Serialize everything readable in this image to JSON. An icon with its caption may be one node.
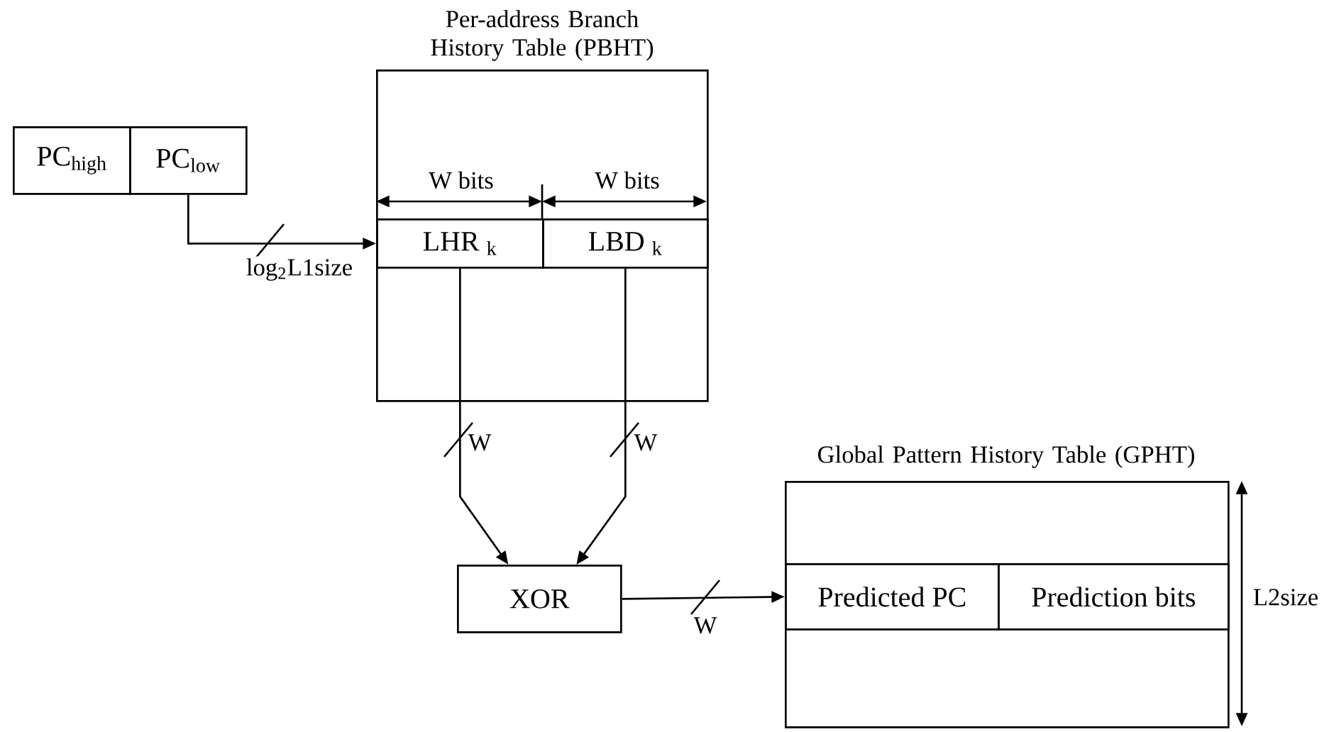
{
  "diagram": {
    "nodes": [
      {
        "text": [
          "PC$_{high}$"
        ]
      },
      {
        "text": [
          "PC$_{low}$"
        ]
      },
      {
        "text": [
          "Per-address Branch History Table (PBHT)"
        ]
      },
      {
        "text": [
          "LHR $_{k}$"
        ],
        "in": 2
      },
      {
        "text": [
          "LBD $_{k}$"
        ],
        "in": 2
      },
      {
        "text": [
          "XOR"
        ]
      },
      {
        "text": [
          "Global Pattern History Table (GPHT)"
        ]
      },
      {
        "text": [
          "Predicted PC"
        ],
        "in": 6
      },
      {
        "text": [
          "Prediction bits"
        ],
        "in": 6
      }
    ],
    "edges": [
      {
        "from": 1,
        "to": 3,
        "arrow": "to",
        "label": "log$_{2}$L1size"
      },
      {
        "from": 3,
        "to": 5,
        "arrow": "to",
        "label": "W"
      },
      {
        "from": 4,
        "to": 5,
        "arrow": "to",
        "label": "W"
      },
      {
        "from": 5,
        "to": 7,
        "arrow": "to",
        "label": "W"
      }
    ],
    "labels": [
      "W  bits",
      "W  bits",
      "L2size"
    ]
  }
}
